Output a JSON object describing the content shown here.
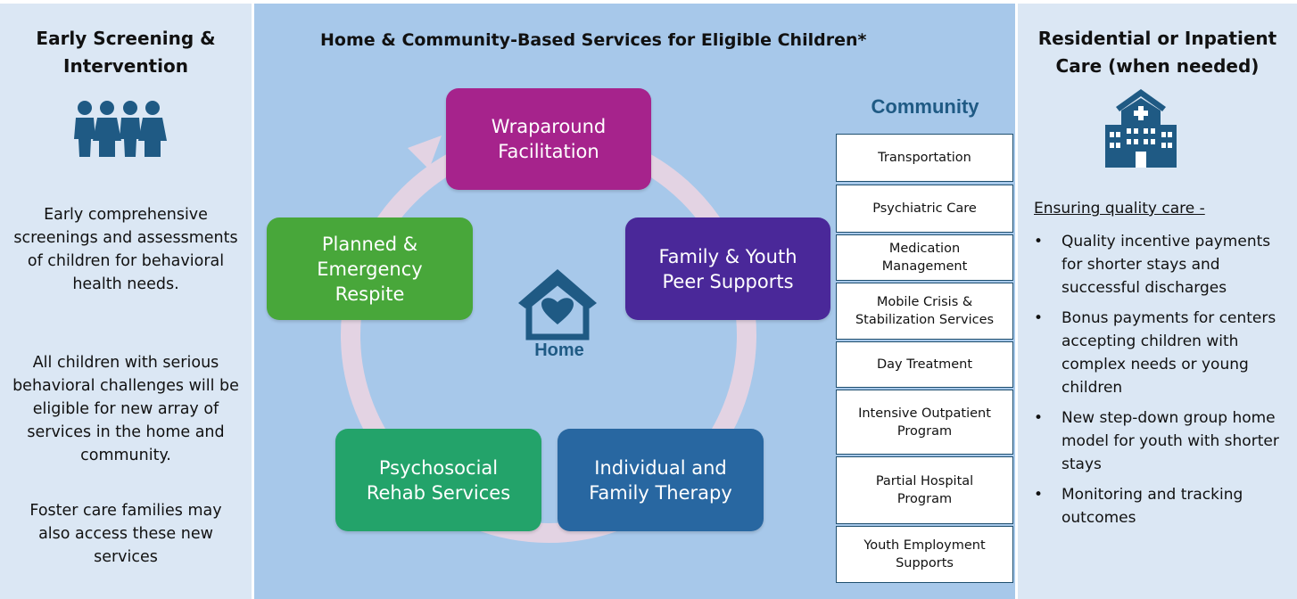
{
  "left": {
    "title": "Early Screening & Intervention",
    "icon": "family-icon",
    "paragraphs": [
      "Early comprehensive screenings and assessments of children for behavioral health needs.",
      "All children with serious behavioral challenges will be eligible for new array of services in the home and community.",
      "Foster care families may also access these new services"
    ]
  },
  "center": {
    "title": "Home & Community-Based Services for Eligible Children*",
    "home_label": "Home",
    "home_icon": "house-heart-icon",
    "cycle": [
      {
        "label": "Wraparound Facilitation",
        "color": "#a6238c"
      },
      {
        "label": "Family & Youth Peer Supports",
        "color": "#4a2899"
      },
      {
        "label": "Individual and Family Therapy",
        "color": "#2867a1"
      },
      {
        "label": "Psychosocial Rehab Services",
        "color": "#23a36a"
      },
      {
        "label": "Planned & Emergency Respite",
        "color": "#48a73a"
      }
    ],
    "community_title": "Community",
    "community_items": [
      "Transportation",
      "Psychiatric Care",
      "Medication Management",
      "Mobile Crisis & Stabilization Services",
      "Day Treatment",
      "Intensive Outpatient Program",
      "Partial Hospital Program",
      "Youth Employment Supports"
    ]
  },
  "right": {
    "title": "Residential or Inpatient Care (when needed)",
    "icon": "hospital-icon",
    "subtitle": "Ensuring quality care -",
    "bullets": [
      "Quality incentive payments for shorter stays and successful discharges",
      "Bonus payments for centers accepting children with complex needs or young children",
      "New step-down group home model for youth with shorter stays",
      "Monitoring and tracking outcomes"
    ]
  }
}
